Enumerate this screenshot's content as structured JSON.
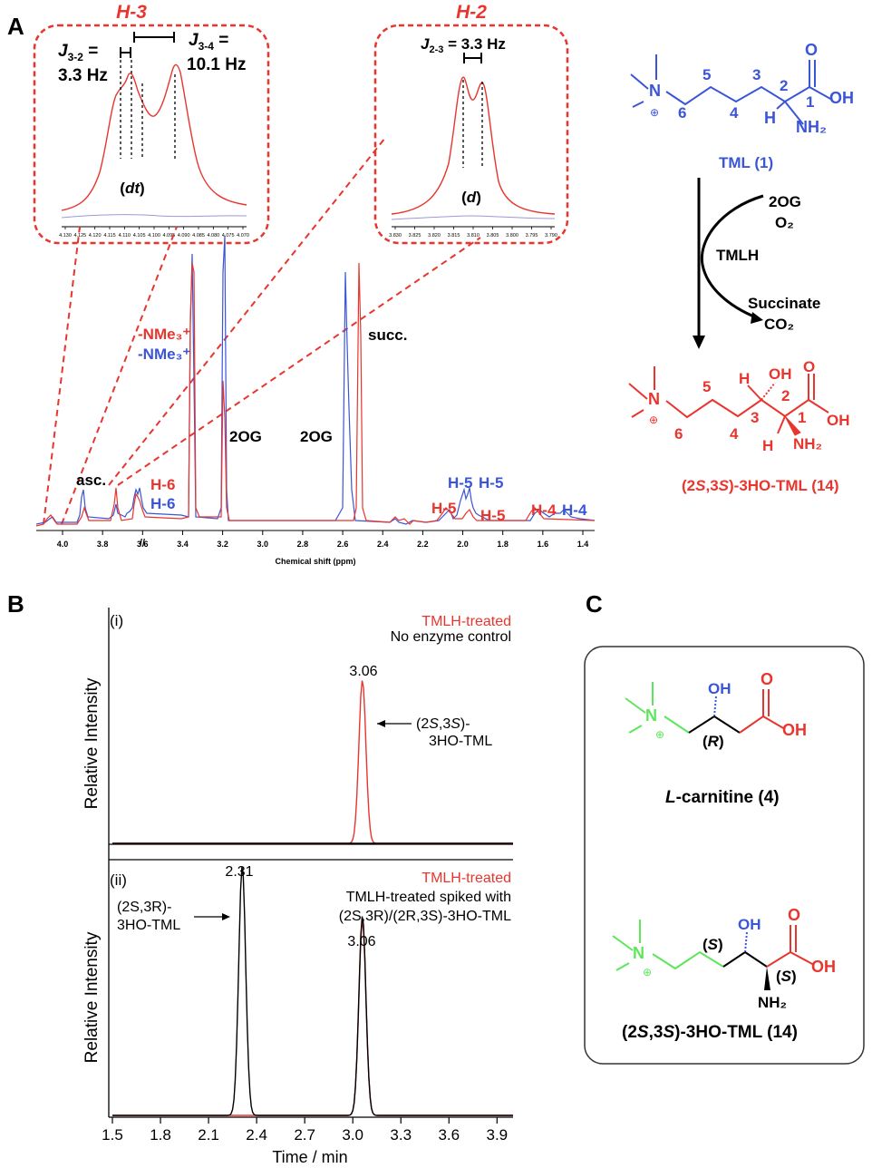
{
  "panels": {
    "a": "A",
    "b": "B",
    "c": "C"
  },
  "nmr": {
    "xlabel": "Chemical shift (ppm)",
    "ticks": [
      "4.0",
      "3.8",
      "3.6",
      "3.4",
      "3.2",
      "3.0",
      "2.8",
      "2.6",
      "2.4",
      "2.2",
      "2.0",
      "1.8",
      "1.6",
      "1.4"
    ],
    "break_mark": "//",
    "peaks": {
      "asc": "asc.",
      "nme3_red": "-NMe₃⁺",
      "nme3_blue": "-NMe₃⁺",
      "succ": "succ.",
      "og_1": "2OG",
      "og_2": "2OG",
      "h6_red": "H-6",
      "h6_blue": "H-6",
      "h5_blue_1": "H-5",
      "h5_blue_2": "H-5",
      "h5_red_1": "H-5",
      "h5_red_2": "H-5",
      "h4_red": "H-4",
      "h4_blue": "H-4"
    },
    "inset_h3": {
      "title": "H-3",
      "j32_label": "J",
      "j32_sub": "3-2",
      "j32_eq": " =",
      "j32_value": "3.3 Hz",
      "j34_label": "J",
      "j34_sub": "3-4",
      "j34_eq": " =",
      "j34_value": "10.1 Hz",
      "mult_open": "(",
      "mult": "dt",
      "mult_close": ")",
      "ticks": [
        "4.130",
        "4.125",
        "4.120",
        "4.115",
        "4.110",
        "4.105",
        "4.100",
        "4.095",
        "4.090",
        "4.085",
        "4.080",
        "4.075",
        "4.070"
      ]
    },
    "inset_h2": {
      "title": "H-2",
      "j23_label": "J",
      "j23_sub": "2-3",
      "j23_value": " = 3.3 Hz",
      "mult_open": "(",
      "mult": "d",
      "mult_close": ")",
      "ticks": [
        "3.830",
        "3.825",
        "3.820",
        "3.815",
        "3.810",
        "3.805",
        "3.800",
        "3.795",
        "3.790"
      ]
    }
  },
  "scheme": {
    "tml_name": "TML (1)",
    "tml_numbers": [
      "6",
      "5",
      "4",
      "3",
      "2",
      "1"
    ],
    "reagents_in": "2OG",
    "reagents_o2": "O₂",
    "enzyme": "TMLH",
    "product_out1": "Succinate",
    "product_out2": "CO₂",
    "atoms": {
      "n": "N",
      "plus": "⊕",
      "o": "O",
      "oh": "OH",
      "h": "H",
      "nh2": "NH₂"
    },
    "prod_numbers": [
      "6",
      "5",
      "4",
      "3",
      "2",
      "1"
    ],
    "prod_name_pre": "(2",
    "prod_s1": "S",
    "prod_mid": ",3",
    "prod_s2": "S",
    "prod_post": ")-3HO-TML  (14)"
  },
  "chromatogram": {
    "xlabel": "Time / min",
    "ylabel": "Relative Intensity",
    "xticks": [
      "1.5",
      "1.8",
      "2.1",
      "2.4",
      "2.7",
      "3.0",
      "3.3",
      "3.6",
      "3.9"
    ],
    "panel_i": {
      "tag": "(i)",
      "legend_red": "TMLH-treated",
      "legend_black": "No enzyme control",
      "peak_label": "3.06",
      "annot_line1_a": "(2",
      "annot_line1_s1": "S",
      "annot_line1_b": ",3",
      "annot_line1_s2": "S",
      "annot_line1_c": ")-",
      "annot_line2": "3HO-TML"
    },
    "panel_ii": {
      "tag": "(ii)",
      "legend_red": "TMLH-treated",
      "legend_black1": "TMLH-treated spiked with",
      "legend_black2": "(2S,3R)/(2R,3S)-3HO-TML",
      "peak1_label": "2.31",
      "peak2_label": "3.06",
      "annot_line1": "(2S,3R)-",
      "annot_line2": "3HO-TML"
    },
    "chart_data": {
      "type": "line",
      "x_label": "Time / min",
      "y_label": "Relative Intensity",
      "xlim": [
        1.5,
        4.0
      ],
      "panels": [
        {
          "name": "(i)",
          "series": [
            {
              "name": "TMLH-treated",
              "color": "#e8352e",
              "peaks": [
                {
                  "x": 3.06,
                  "height": 1.0
                }
              ]
            },
            {
              "name": "No enzyme control",
              "color": "#000000",
              "peaks": []
            }
          ]
        },
        {
          "name": "(ii)",
          "series": [
            {
              "name": "TMLH-treated",
              "color": "#e8352e",
              "peaks": [
                {
                  "x": 3.06,
                  "height": 0.78
                }
              ]
            },
            {
              "name": "TMLH-treated spiked with (2S,3R)/(2R,3S)-3HO-TML",
              "color": "#000000",
              "peaks": [
                {
                  "x": 2.31,
                  "height": 1.0
                },
                {
                  "x": 3.06,
                  "height": 0.8
                }
              ]
            }
          ]
        }
      ]
    }
  },
  "panel_c": {
    "carnitine_pre": "",
    "carnitine_L": "L",
    "carnitine_post": "-carnitine (4)",
    "carnitine_config": "R",
    "hotml_pre": "(2",
    "hotml_s1": "S",
    "hotml_mid": ",3",
    "hotml_s2": "S",
    "hotml_post": ")-3HO-TML (14)",
    "config_S": "S"
  },
  "colors": {
    "red": "#e8352e",
    "blue": "#3a55d6",
    "green": "#5ee65a",
    "black": "#000000"
  }
}
